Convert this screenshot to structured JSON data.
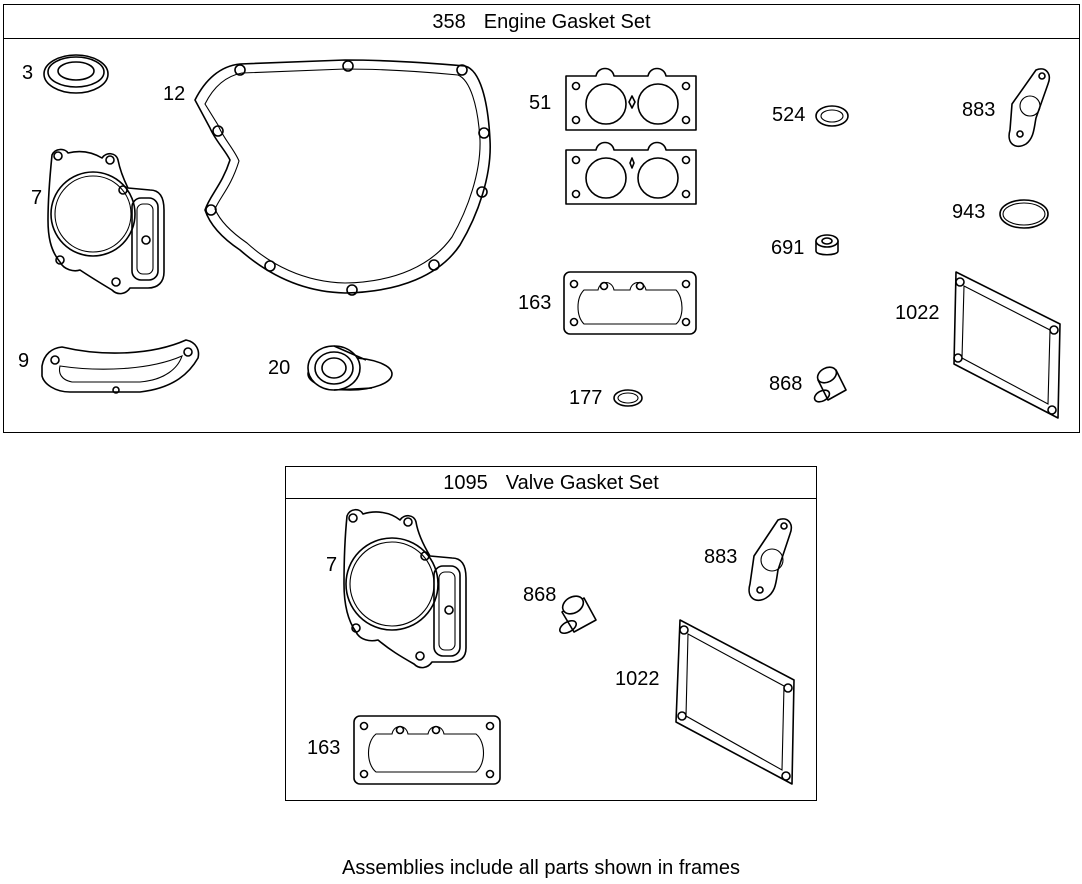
{
  "engine_set": {
    "number": "358",
    "title": "Engine Gasket Set",
    "labels": {
      "p3": "3",
      "p12": "12",
      "p7": "7",
      "p9": "9",
      "p20": "20",
      "p51": "51",
      "p163": "163",
      "p177": "177",
      "p524": "524",
      "p691": "691",
      "p868": "868",
      "p883": "883",
      "p943": "943",
      "p1022": "1022"
    }
  },
  "valve_set": {
    "number": "1095",
    "title": "Valve Gasket Set",
    "labels": {
      "p7": "7",
      "p163": "163",
      "p868": "868",
      "p883": "883",
      "p1022": "1022"
    }
  },
  "footer": "Assemblies include all parts shown in frames",
  "colors": {
    "line": "#000000",
    "background": "#ffffff"
  }
}
